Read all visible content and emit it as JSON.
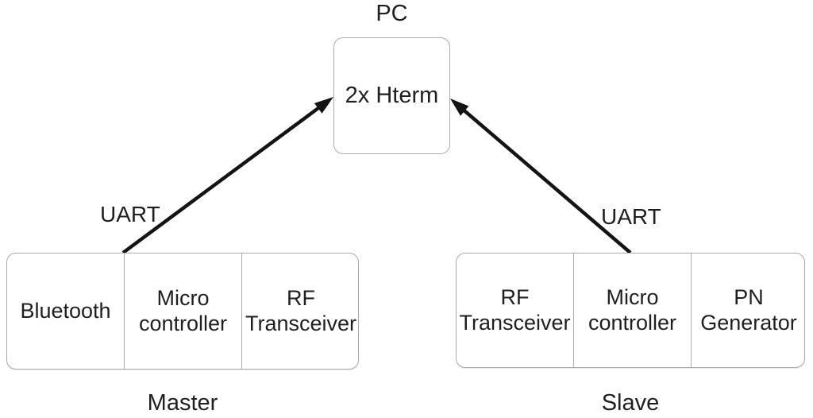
{
  "pc": {
    "title": "PC",
    "box_label": "2x Hterm"
  },
  "master": {
    "caption": "Master",
    "cells": [
      "Bluetooth",
      "Micro controller",
      "RF Transceiver"
    ],
    "uart_label": "UART"
  },
  "slave": {
    "caption": "Slave",
    "cells": [
      "RF Transceiver",
      "Micro controller",
      "PN Generator"
    ],
    "uart_label": "UART"
  },
  "connections": [
    {
      "from": "master-microcontroller",
      "to": "pc",
      "label": "UART",
      "direction": "to-pc"
    },
    {
      "from": "slave-microcontroller",
      "to": "pc",
      "label": "UART",
      "direction": "to-pc"
    }
  ],
  "colors": {
    "background": "#ffffff",
    "box_border": "#ababab",
    "text": "#1f1f1f",
    "arrow": "#141414"
  }
}
